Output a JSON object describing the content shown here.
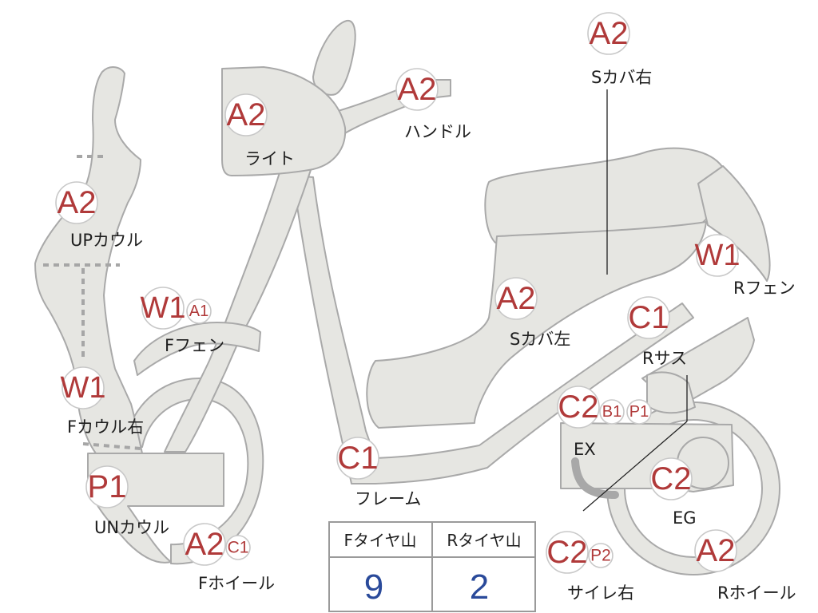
{
  "badges": {
    "s_cover_right": "A2",
    "handle": "A2",
    "light": "A2",
    "up_cowl": "A2",
    "f_fender_w": "W1",
    "f_fender_a": "A1",
    "f_cowl_right": "W1",
    "un_cowl": "P1",
    "f_wheel_a": "A2",
    "f_wheel_c": "C1",
    "frame": "C1",
    "s_cover_left": "A2",
    "r_fender": "W1",
    "r_sus": "C1",
    "ex_c": "C2",
    "ex_b": "B1",
    "ex_p": "P1",
    "eg": "C2",
    "silencer_c": "C2",
    "silencer_p": "P2",
    "r_wheel": "A2"
  },
  "labels": {
    "s_cover_right": "Sカバ右",
    "handle": "ハンドル",
    "light": "ライト",
    "up_cowl": "UPカウル",
    "f_fender": "Fフェン",
    "f_cowl_right": "Fカウル右",
    "un_cowl": "UNカウル",
    "f_wheel": "Fホイール",
    "frame": "フレーム",
    "s_cover_left": "Sカバ左",
    "r_fender": "Rフェン",
    "r_sus": "Rサス",
    "ex": "EX",
    "eg": "EG",
    "silencer_right": "サイレ右",
    "r_wheel": "Rホイール"
  },
  "tire_table": {
    "front_header": "Fタイヤ山",
    "rear_header": "Rタイヤ山",
    "front_value": "9",
    "rear_value": "2"
  }
}
